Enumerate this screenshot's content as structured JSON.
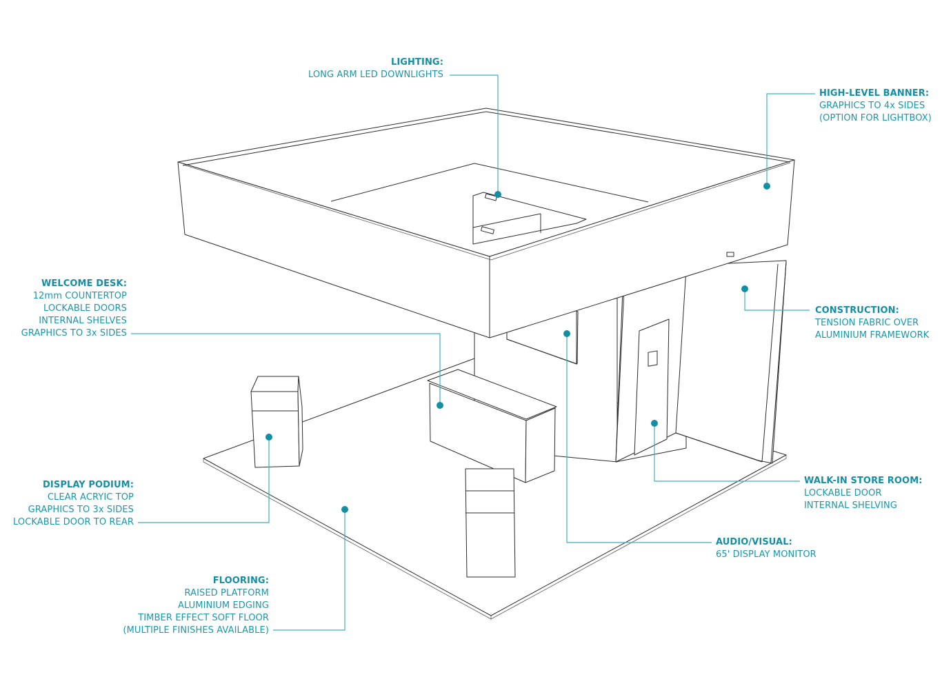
{
  "diagram": {
    "subject": "Exhibition stand isometric line drawing",
    "accent_color": "#148ea4",
    "line_color": "#2a2a2a",
    "callouts": [
      {
        "id": "lighting",
        "title": "LIGHTING:",
        "lines": [
          "LONG ARM LED DOWNLIGHTS"
        ]
      },
      {
        "id": "high-level-banner",
        "title": "HIGH-LEVEL BANNER:",
        "lines": [
          "GRAPHICS TO 4x SIDES",
          "(OPTION FOR LIGHTBOX)"
        ]
      },
      {
        "id": "welcome-desk",
        "title": "WELCOME DESK:",
        "lines": [
          "12mm COUNTERTOP",
          "LOCKABLE DOORS",
          "INTERNAL SHELVES",
          "GRAPHICS TO 3x SIDES"
        ]
      },
      {
        "id": "construction",
        "title": "CONSTRUCTION:",
        "lines": [
          "TENSION FABRIC OVER",
          "ALUMINIUM FRAMEWORK"
        ]
      },
      {
        "id": "display-podium",
        "title": "DISPLAY PODIUM:",
        "lines": [
          "CLEAR ACRYIC TOP",
          "GRAPHICS TO 3x SIDES",
          "LOCKABLE DOOR TO REAR"
        ]
      },
      {
        "id": "walk-in-store-room",
        "title": "WALK-IN STORE ROOM:",
        "lines": [
          "LOCKABLE DOOR",
          "INTERNAL SHELVING"
        ]
      },
      {
        "id": "audio-visual",
        "title": "AUDIO/VISUAL:",
        "lines": [
          "65' DISPLAY MONITOR"
        ]
      },
      {
        "id": "flooring",
        "title": "FLOORING:",
        "lines": [
          "RAISED PLATFORM",
          "ALUMINIUM EDGING",
          "TIMBER EFFECT SOFT FLOOR",
          "(MULTIPLE FINISHES AVAILABLE)"
        ]
      }
    ]
  }
}
